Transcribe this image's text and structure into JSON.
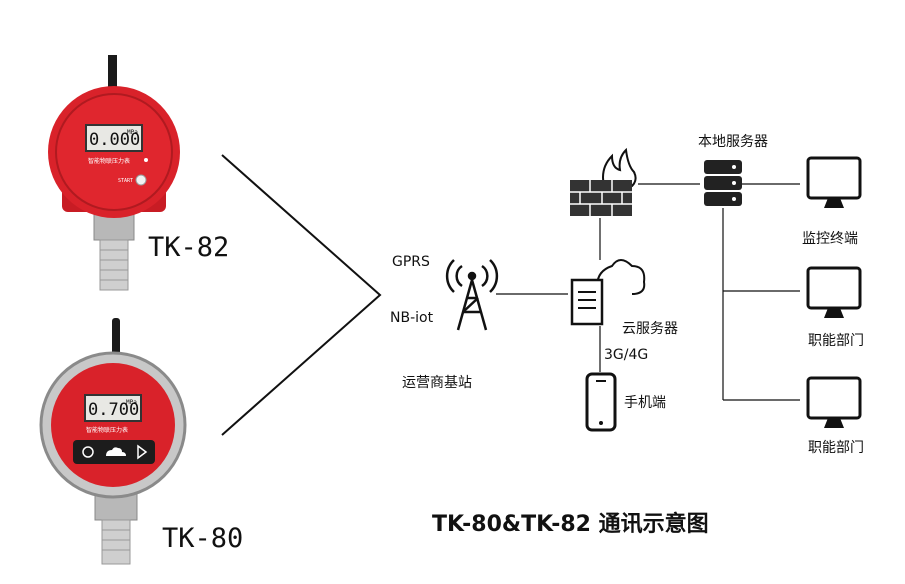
{
  "devices": {
    "top": {
      "model": "TK-82",
      "display": "0.000",
      "unit": "MPa",
      "face_label": "智能物联压力表",
      "button_label": "START"
    },
    "bottom": {
      "model": "TK-80",
      "display": "0.700",
      "unit": "MPa",
      "face_label": "智能物联压力表"
    }
  },
  "network": {
    "gprs": "GPRS",
    "nbiot": "NB-iot",
    "base_station": "运营商基站",
    "cloud_server": "云服务器",
    "mobile_link": "3G/4G",
    "mobile": "手机端",
    "local_server": "本地服务器",
    "monitor_terminal": "监控终端",
    "dept_1": "职能部门",
    "dept_2": "职能部门"
  },
  "caption": "TK-80&TK-82 通讯示意图",
  "colors": {
    "device_red": "#d9222a",
    "line": "#111111"
  }
}
